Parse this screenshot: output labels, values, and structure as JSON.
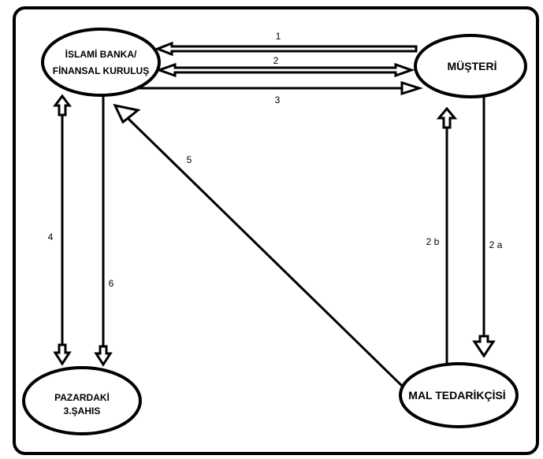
{
  "nodes": {
    "bank": {
      "line1": "İSLAMİ BANKA/",
      "line2": "FİNANSAL KURULUŞ"
    },
    "customer": {
      "label": "MÜŞTERİ"
    },
    "third_party": {
      "line1": "PAZARDAKİ",
      "line2": "3.ŞAHIS"
    },
    "supplier": {
      "label": "MAL TEDARİKÇİSİ"
    }
  },
  "edges": {
    "e1": "1",
    "e2": "2",
    "e3": "3",
    "e4": "4",
    "e5": "5",
    "e6": "6",
    "e2a": "2 a",
    "e2b": "2 b"
  },
  "colors": {
    "stroke": "#000000",
    "fill": "#ffffff"
  }
}
